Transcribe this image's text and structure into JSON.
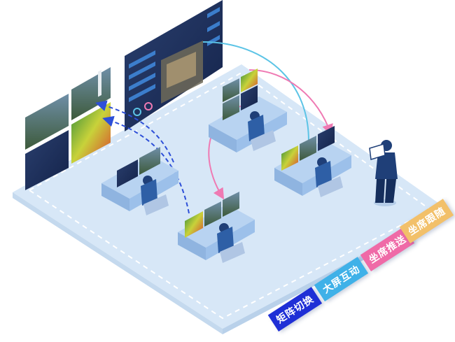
{
  "labels": {
    "matrix_switch": "矩阵切换",
    "big_screen_interaction": "大屏互动",
    "seat_push": "坐席推送",
    "seat_follow": "坐席跟随"
  },
  "colors": {
    "matrix_switch": "#1f2fd6",
    "big_screen_interaction": "#3fb1e8",
    "seat_push": "#ef6aa7",
    "seat_follow": "#f2c06a",
    "floor": "#e6f1fb",
    "desk": "#a9c9ee",
    "person": "#1f3f78",
    "dashed_blue": "#2d4fd8",
    "arc_cyan": "#5cc4e6",
    "arc_pink": "#ef7ab3"
  }
}
